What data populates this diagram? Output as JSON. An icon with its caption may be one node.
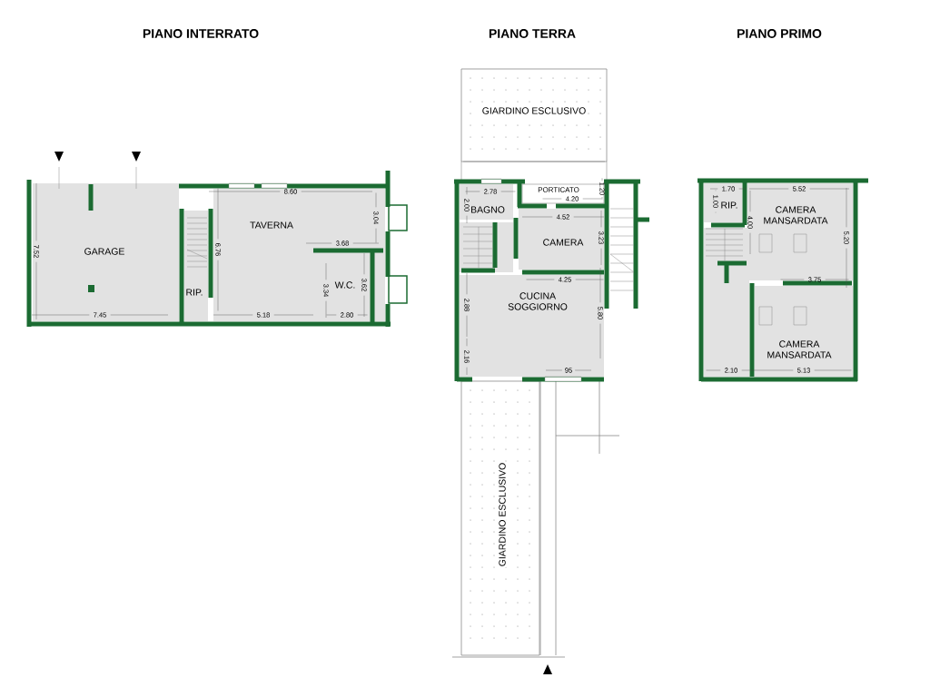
{
  "diagram": {
    "nodes": [
      {
        "text": [
          "GARAGE"
        ]
      },
      {
        "text": [
          "RIP."
        ]
      },
      {
        "text": [
          "TAVERNA"
        ]
      },
      {
        "text": [
          "W.C."
        ],
        "in": 2
      },
      {
        "text": [
          "GIARDINO ESCLUSIVO"
        ]
      },
      {
        "text": [
          "PORTICATO"
        ]
      },
      {
        "text": [
          "BAGNO"
        ]
      },
      {
        "text": [
          "CAMERA"
        ]
      },
      {
        "text": [
          "CUCINA SOGGIORNO"
        ]
      },
      {
        "text": [
          "GIARDINO ESCLUSIVO"
        ]
      },
      {
        "text": [
          "RIP."
        ]
      },
      {
        "text": [
          "CAMERA MANSARDATA"
        ]
      },
      {
        "text": [
          "CAMERA MANSARDATA"
        ]
      }
    ],
    "labels": [
      "PIANO INTERRATO",
      "PIANO TERRA",
      "PIANO PRIMO",
      "8.60",
      "3.04",
      "7.52",
      "6.76",
      "3.68",
      "3.34",
      "3.62",
      "7.45",
      "5.18",
      "2.80",
      "2.78",
      "1.20",
      "4.20",
      "2.00",
      "4.52",
      "3.23",
      "4.25",
      "2.88",
      "5.80",
      "2.16",
      "95",
      "1.70",
      "5.52",
      "1.00",
      "4.00",
      "5.20",
      "3.75",
      "2.10",
      "5.13"
    ]
  }
}
